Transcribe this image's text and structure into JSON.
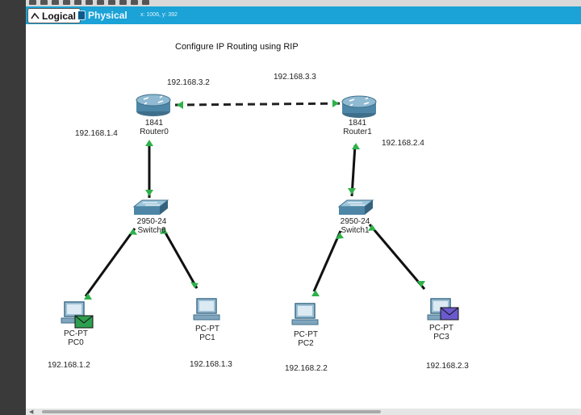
{
  "tabs": {
    "logical_label": "Logical",
    "physical_label": "Physical",
    "coordinates": "x: 1006, y: 392"
  },
  "canvas": {
    "title": "Configure IP Routing using RIP"
  },
  "routers": [
    {
      "model": "1841",
      "name": "Router0"
    },
    {
      "model": "1841",
      "name": "Router1"
    }
  ],
  "switches": [
    {
      "model": "2950-24",
      "name": "Switch0"
    },
    {
      "model": "2950-24",
      "name": "Switch1"
    }
  ],
  "pcs": [
    {
      "type": "PC-PT",
      "name": "PC0",
      "ip": "192.168.1.2",
      "has_message": true
    },
    {
      "type": "PC-PT",
      "name": "PC1",
      "ip": "192.168.1.3",
      "has_message": false
    },
    {
      "type": "PC-PT",
      "name": "PC2",
      "ip": "192.168.2.2",
      "has_message": false
    },
    {
      "type": "PC-PT",
      "name": "PC3",
      "ip": "192.168.2.3",
      "has_message": true
    }
  ],
  "interface_ips": {
    "router0_serial": "192.168.3.2",
    "router1_serial": "192.168.3.3",
    "router0_lan": "192.168.1.4",
    "router1_lan": "192.168.2.4"
  },
  "colors": {
    "tab_bar": "#1ba2d6",
    "link_up": "#2db24a",
    "pdu_green": "#2e9e4f",
    "pdu_purple": "#6a5acd"
  }
}
